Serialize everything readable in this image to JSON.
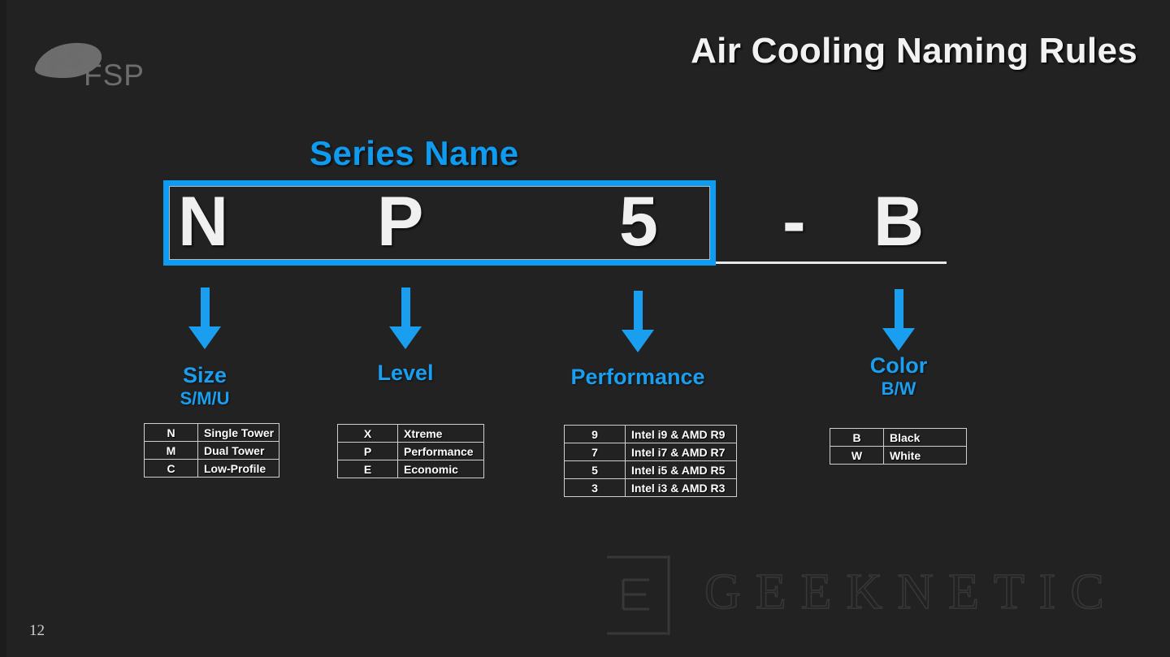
{
  "slide": {
    "title": "Air Cooling Naming Rules",
    "page_number": "12",
    "background_color": "#222222",
    "accent_color": "#1a9ef0",
    "text_color": "#f0f0f0"
  },
  "logo": {
    "brand": "FSP",
    "mark_name": "fsp-swoosh-logo"
  },
  "series": {
    "caption": "Series Name",
    "code_parts": {
      "size": "N",
      "level": "P",
      "performance": "5",
      "separator": "-",
      "color": "B"
    }
  },
  "groups": [
    {
      "key": "size",
      "label": "Size",
      "sublabel": "S/M/U"
    },
    {
      "key": "level",
      "label": "Level",
      "sublabel": ""
    },
    {
      "key": "performance",
      "label": "Performance",
      "sublabel": ""
    },
    {
      "key": "color",
      "label": "Color",
      "sublabel": "B/W"
    }
  ],
  "tables": {
    "size": {
      "rows": [
        {
          "code": "N",
          "desc": "Single Tower"
        },
        {
          "code": "M",
          "desc": "Dual Tower"
        },
        {
          "code": "C",
          "desc": "Low-Profile"
        }
      ]
    },
    "level": {
      "rows": [
        {
          "code": "X",
          "desc": "Xtreme"
        },
        {
          "code": "P",
          "desc": "Performance"
        },
        {
          "code": "E",
          "desc": "Economic"
        }
      ]
    },
    "performance": {
      "rows": [
        {
          "code": "9",
          "desc": "Intel i9 & AMD R9"
        },
        {
          "code": "7",
          "desc": "Intel i7 & AMD R7"
        },
        {
          "code": "5",
          "desc": "Intel i5 & AMD R5"
        },
        {
          "code": "3",
          "desc": "Intel i3 & AMD R3"
        }
      ]
    },
    "color": {
      "rows": [
        {
          "code": "B",
          "desc": "Black"
        },
        {
          "code": "W",
          "desc": "White"
        }
      ]
    }
  },
  "watermark": {
    "text": "GEEKNETIC",
    "mark_name": "geeknetic-e-box-logo"
  }
}
